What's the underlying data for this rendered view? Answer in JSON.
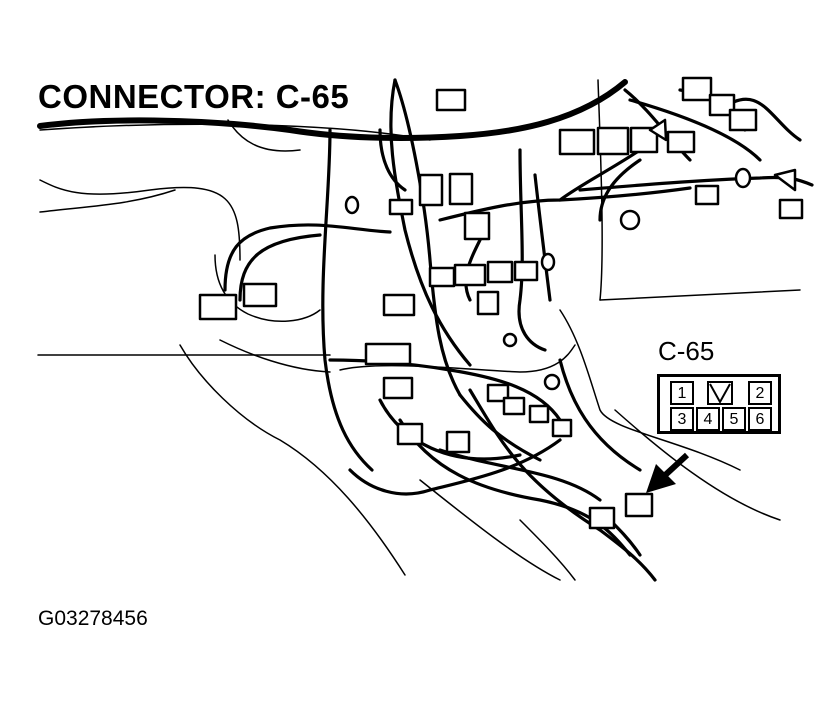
{
  "title": "CONNECTOR: C-65",
  "figure_id": "G03278456",
  "connector": {
    "label": "C-65",
    "pins": [
      "1",
      "2",
      "3",
      "4",
      "5",
      "6"
    ]
  },
  "colors": {
    "line": "#000000",
    "background": "#ffffff"
  },
  "icons": [
    "pointer-arrow-icon",
    "connector-key-icon"
  ]
}
